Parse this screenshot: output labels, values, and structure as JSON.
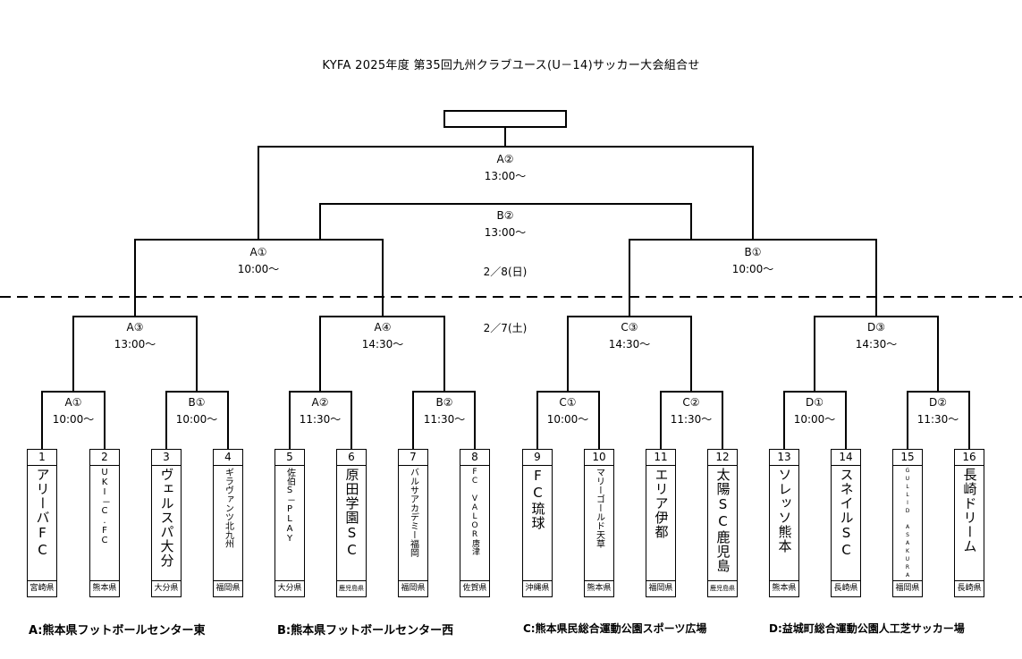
{
  "title": "KYFA  2025年度  第35回九州クラブユース(U－14)サッカー大会組合せ",
  "dates": {
    "day2": "2／8(日)",
    "day1": "2／7(土)"
  },
  "matches": {
    "final_a": {
      "label": "A②",
      "time": "13:00～"
    },
    "final_b": {
      "label": "B②",
      "time": "13:00～"
    },
    "semi_l": {
      "label": "A①",
      "time": "10:00～"
    },
    "semi_r": {
      "label": "B①",
      "time": "10:00～"
    },
    "qf1": {
      "label": "A③",
      "time": "13:00～"
    },
    "qf2": {
      "label": "A④",
      "time": "14:30～"
    },
    "qf3": {
      "label": "C③",
      "time": "14:30～"
    },
    "qf4": {
      "label": "D③",
      "time": "14:30～"
    },
    "r1_1": {
      "label": "A①",
      "time": "10:00～"
    },
    "r1_2": {
      "label": "B①",
      "time": "10:00～"
    },
    "r1_3": {
      "label": "A②",
      "time": "11:30～"
    },
    "r1_4": {
      "label": "B②",
      "time": "11:30～"
    },
    "r1_5": {
      "label": "C①",
      "time": "10:00～"
    },
    "r1_6": {
      "label": "C②",
      "time": "11:30～"
    },
    "r1_7": {
      "label": "D①",
      "time": "10:00～"
    },
    "r1_8": {
      "label": "D②",
      "time": "11:30～"
    }
  },
  "teams": [
    {
      "num": "1",
      "name": "アリーバFC",
      "pref": "宮崎県"
    },
    {
      "num": "2",
      "name": "UKI－C.FC",
      "pref": "熊本県"
    },
    {
      "num": "3",
      "name": "ヴェルスパ大分",
      "pref": "大分県"
    },
    {
      "num": "4",
      "name": "ギラヴァンツ北九州",
      "pref": "福岡県"
    },
    {
      "num": "5",
      "name": "佐伯S－PLAY",
      "pref": "大分県"
    },
    {
      "num": "6",
      "name": "原田学園SC",
      "pref": "鹿児島県"
    },
    {
      "num": "7",
      "name": "バルサアカデミー福岡",
      "pref": "福岡県"
    },
    {
      "num": "8",
      "name": "FC VALOR唐津",
      "pref": "佐賀県"
    },
    {
      "num": "9",
      "name": "FC琉球",
      "pref": "沖縄県"
    },
    {
      "num": "10",
      "name": "マリーゴールド天草",
      "pref": "熊本県"
    },
    {
      "num": "11",
      "name": "エリア伊都",
      "pref": "福岡県"
    },
    {
      "num": "12",
      "name": "太陽SC鹿児島",
      "pref": "鹿児島県"
    },
    {
      "num": "13",
      "name": "ソレッソ熊本",
      "pref": "熊本県"
    },
    {
      "num": "14",
      "name": "スネイルSC",
      "pref": "長崎県"
    },
    {
      "num": "15",
      "name": "GULLID ASAKURA",
      "pref": "福岡県"
    },
    {
      "num": "16",
      "name": "長崎ドリーム",
      "pref": "長崎県"
    }
  ],
  "venues": {
    "a": "A:熊本県フットボールセンター東",
    "b": "B:熊本県フットボールセンター西",
    "c": "C:熊本県民総合運動公園スポーツ広場",
    "d": "D:益城町総合運動公園人工芝サッカー場"
  }
}
